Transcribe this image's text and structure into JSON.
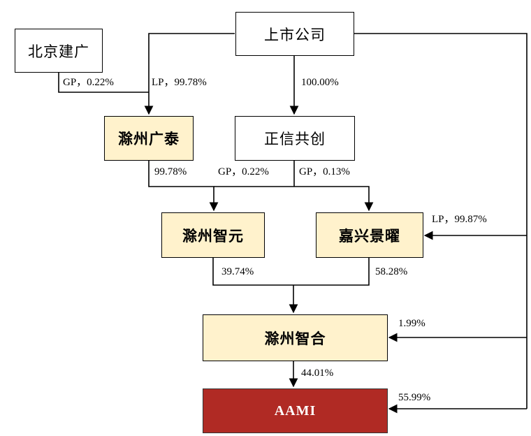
{
  "nodes": {
    "listed_company": "上市公司",
    "beijing_jianguang": "北京建广",
    "chuzhou_guangtai": "滁州广泰",
    "zhengxin_gongchuang": "正信共创",
    "chuzhou_zhiyuan": "滁州智元",
    "jiaxing_jingyao": "嘉兴景曜",
    "chuzhou_zhihe": "滁州智合",
    "aami": "AAMI"
  },
  "edge_labels": {
    "jianguang_to_guangtai": "GP，0.22%",
    "listed_to_guangtai": "LP，99.78%",
    "listed_to_zhengxin": "100.00%",
    "guangtai_to_zhiyuan": "99.78%",
    "zhengxin_to_zhiyuan": "GP，0.22%",
    "zhengxin_to_jingyao": "GP，0.13%",
    "listed_to_jingyao": "LP，99.87%",
    "zhiyuan_to_zhihe": "39.74%",
    "jingyao_to_zhihe": "58.28%",
    "listed_to_zhihe": "1.99%",
    "zhihe_to_aami": "44.01%",
    "listed_to_aami": "55.99%"
  },
  "colors": {
    "cream_box": "#fff2cc",
    "aami_box": "#b02a24",
    "line": "#000000"
  }
}
